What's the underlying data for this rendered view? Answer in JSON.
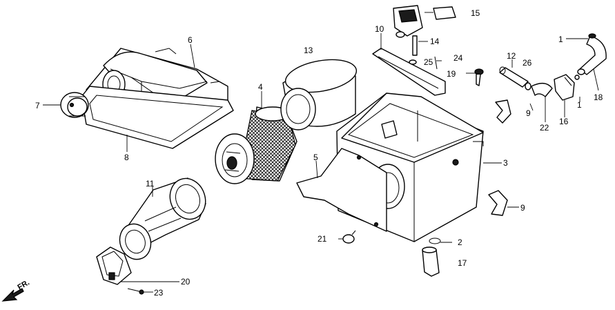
{
  "labels": {
    "p1a": "1",
    "p1b": "1",
    "p2": "2",
    "p3": "3",
    "p4": "4",
    "p5": "5",
    "p6": "6",
    "p7": "7",
    "p8": "8",
    "p9a": "9",
    "p9b": "9",
    "p10": "10",
    "p11": "11",
    "p12": "12",
    "p13": "13",
    "p14": "14",
    "p15": "15",
    "p16": "16",
    "p17": "17",
    "p18": "18",
    "p19": "19",
    "p20": "20",
    "p21": "21",
    "p22": "22",
    "p23": "23",
    "p24": "24",
    "p25": "25",
    "p26": "26"
  },
  "front_arrow": "FR."
}
